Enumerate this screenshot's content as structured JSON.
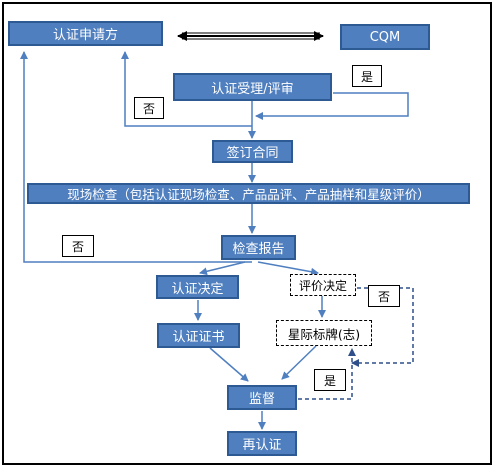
{
  "nodes": {
    "apply": "认证申请方",
    "cqm": "CQM",
    "accept": "认证受理/评审",
    "contract": "签订合同",
    "inspect": "现场检查（包括认证现场检查、产品品评、产品抽样和星级评价）",
    "report": "检查报告",
    "decide": "认证决定",
    "certificate": "认证证书",
    "eval_decide": "评价决定",
    "star_mark": "星际标牌(志)",
    "supervise": "监督",
    "recert": "再认证"
  },
  "labels": {
    "yes_1": "是",
    "no_1": "否",
    "no_2": "否",
    "no_3": "否",
    "yes_2": "是"
  },
  "colors": {
    "box_fill": "#4f7fbf",
    "box_border": "#2e5a93",
    "line": "#4f7fbf",
    "dash_line": "#2e4f8a"
  }
}
